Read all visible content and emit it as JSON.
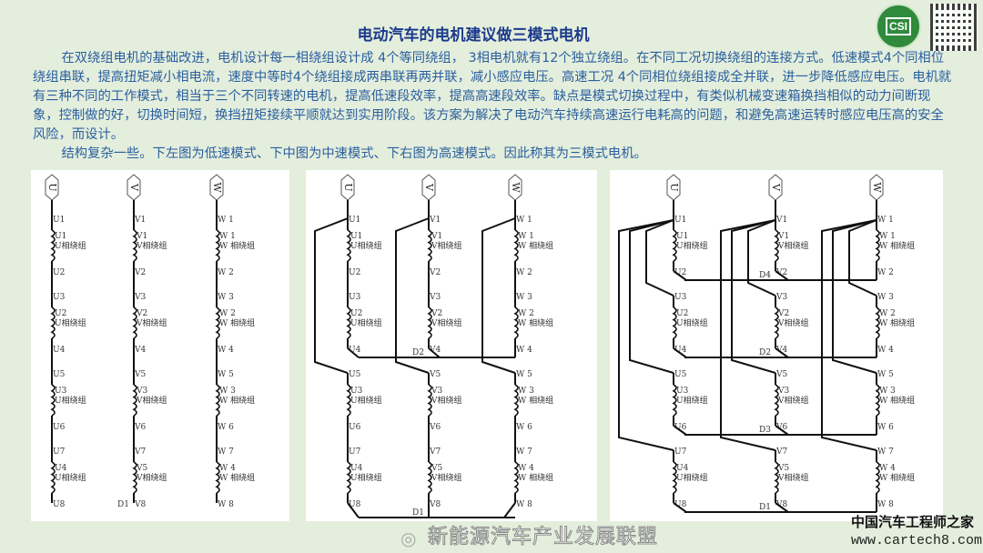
{
  "title": "电动汽车的电机建议做三模式电机",
  "paragraph1": "在双绕组电机的基础改进，电机设计每一相绕组设计成 4个等同绕组， 3相电机就有12个独立绕组。在不同工况切换绕组的连接方式。低速模式4个同相位绕组串联，提高扭矩减小相电流，速度中等时4个绕组接成两串联再两并联，减小感应电压。高速工况 4个同相位绕组接成全并联，进一步降低感应电压。电机就有三种不同的工作模式，相当于三个不同转速的电机，提高低速段效率，提高高速段效率。缺点是模式切换过程中，有类似机械变速箱换挡相似的动力间断现象，控制做的好，切换时间短，换挡扭矩接续平顺就达到实用阶段。该方案为解决了电动汽车持续高速运行电耗高的问题，和避免高速运转时感应电压高的安全风险，而设计。",
  "paragraph2": "结构复杂一些。下左图为低速模式、下中图为中速模式、下右图为高速模式。因此称其为三模式电机。",
  "logo_text": "CSI",
  "panels": [
    {
      "mode": "low",
      "name": "low-speed-diagram",
      "nodes": [
        "D1"
      ]
    },
    {
      "mode": "mid",
      "name": "medium-speed-diagram",
      "nodes": [
        "D2",
        "D1"
      ]
    },
    {
      "mode": "high",
      "name": "high-speed-diagram",
      "nodes": [
        "D4",
        "D2",
        "D3",
        "D1"
      ]
    }
  ],
  "phases": [
    {
      "phase": "U",
      "terminals": [
        "U1",
        "U2",
        "U3",
        "U4",
        "U5",
        "U6",
        "U7",
        "U8"
      ],
      "coils": [
        "U1",
        "U2",
        "U3",
        "U4"
      ],
      "coil_name": "U相绕组"
    },
    {
      "phase": "V",
      "terminals": [
        "V1",
        "V2",
        "V3",
        "V4",
        "V5",
        "V6",
        "V7",
        "V8"
      ],
      "coils": [
        "V1",
        "V2",
        "V3",
        "V5"
      ],
      "coil_name": "V相绕组"
    },
    {
      "phase": "W",
      "terminals": [
        "W 1",
        "W 2",
        "W 3",
        "W 4",
        "W 5",
        "W 6",
        "W 7",
        "W 8"
      ],
      "coils": [
        "W 1",
        "W 2",
        "W 3",
        "W 4"
      ],
      "coil_name": "W 相绕组"
    }
  ],
  "watermark": "新能源汽车产业发展联盟",
  "site_name": "中国汽车工程师之家",
  "site_url": "www.cartech8.com"
}
